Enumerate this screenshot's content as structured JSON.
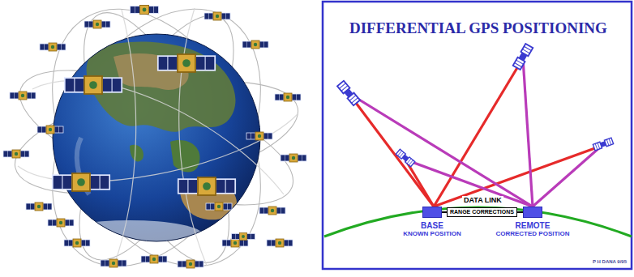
{
  "diagram": {
    "title": "DIFFERENTIAL GPS POSITIONING",
    "nodes": [
      {
        "text": [
          "BASE",
          "KNOWN POSITION"
        ]
      },
      {
        "text": [
          "REMOTE",
          "CORRECTED POSITION"
        ]
      }
    ],
    "edges": [
      {
        "from": 0,
        "to": 1,
        "arrow": "none",
        "label": "DATA LINK"
      }
    ],
    "labels": [
      "RANGE CORRECTIONS",
      "P H DANA 9/95"
    ]
  }
}
